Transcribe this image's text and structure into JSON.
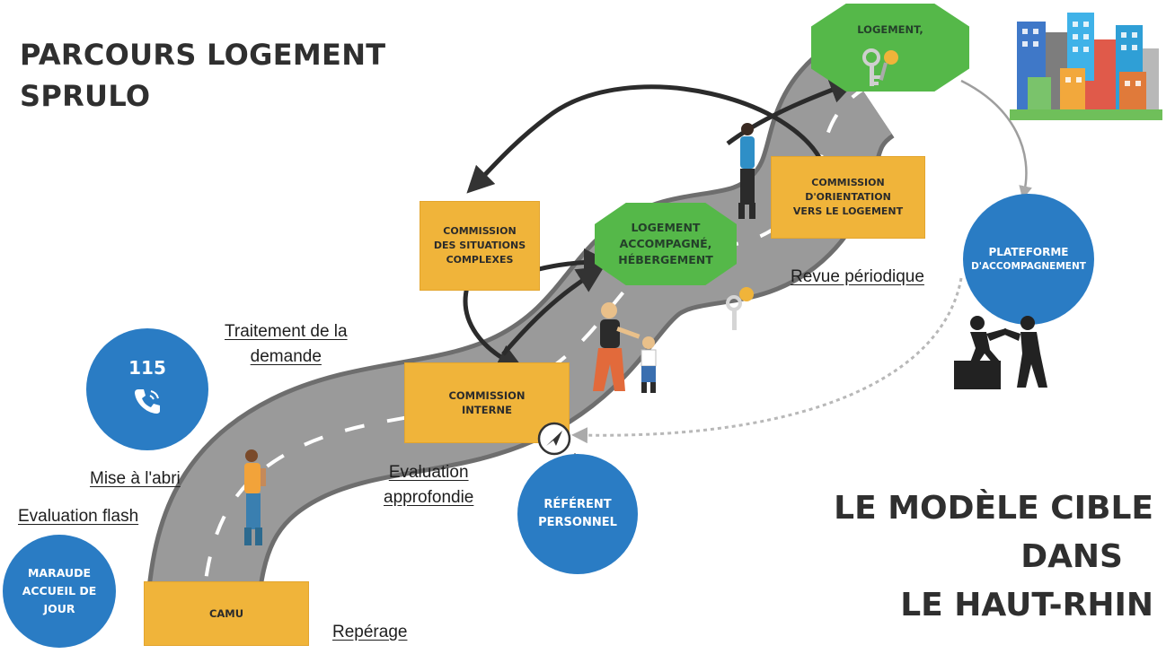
{
  "title": {
    "line1": "PARCOURS LOGEMENT",
    "line2": "SPRULO"
  },
  "side_title": {
    "line1": "LE MODÈLE CIBLE",
    "line2": "DANS",
    "line3": "LE HAUT-RHIN"
  },
  "boxes": {
    "camu": "CAMU",
    "commission_interne": [
      "COMMISSION",
      "INTERNE"
    ],
    "commission_situations": [
      "COMMISSION",
      "DES SITUATIONS",
      "COMPLEXES"
    ],
    "commission_orientation": [
      "COMMISSION",
      "D'ORIENTATION",
      "VERS LE LOGEMENT"
    ]
  },
  "octagons": {
    "logement_accompagne": [
      "LOGEMENT",
      "ACCOMPAGNÉ,",
      "HÉBERGEMENT"
    ],
    "logement": "LOGEMENT,"
  },
  "circles": {
    "c115": "115",
    "maraude": [
      "MARAUDE",
      "ACCUEIL DE",
      "JOUR"
    ],
    "referent": [
      "RÉFÉRENT",
      "PERSONNEL"
    ],
    "plateforme": [
      "PLATEFORME",
      "D'ACCOMPAGNEMENT"
    ]
  },
  "labels": {
    "traitement": [
      "Traitement de la",
      "demande "
    ],
    "mise_abri": "Mise à l'abri",
    "evaluation_flash": "Evaluation flash",
    "evaluation_approfondie": [
      "Evaluation ",
      "approfondie"
    ],
    "reperage": "Repérage",
    "revue": "Revue périodique"
  },
  "icons": [
    "phone-icon",
    "compass-icon",
    "keys-icon",
    "city-buildings-icon",
    "helping-hand-icon",
    "walking-person-icon",
    "mother-child-icon",
    "woman-walking-icon"
  ],
  "colors": {
    "box": "#f0b43a",
    "circle": "#2a7cc4",
    "octagon": "#55b849",
    "road": "#8f8f8f"
  }
}
